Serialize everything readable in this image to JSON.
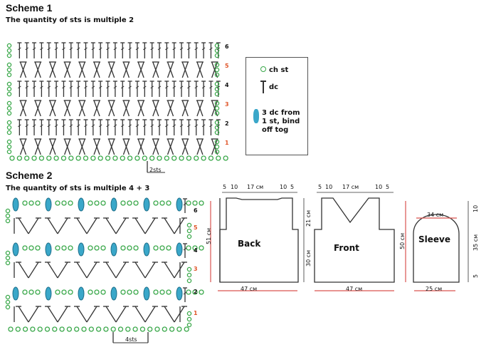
{
  "scheme1": {
    "title": "Scheme 1",
    "subtitle": "The quantity of sts is multiple 2",
    "rows": [
      "1",
      "2",
      "3",
      "4",
      "5",
      "6"
    ],
    "repeat_label": "2sts"
  },
  "scheme2": {
    "title": "Scheme 2",
    "subtitle": "The quantity of sts is multiple 4 + 3",
    "rows": [
      "1",
      "2",
      "3",
      "4",
      "5",
      "6"
    ],
    "repeat_label": "4sts"
  },
  "legend": {
    "ch": "ch st",
    "dc": "dc",
    "cluster": [
      "3 dc from",
      "1 st, bind",
      "off tog"
    ]
  },
  "back": {
    "label": "Back",
    "top_dims": [
      "5",
      "10",
      "17 см",
      "10",
      "5"
    ],
    "height_total": "51 см",
    "height_upper": "21 см",
    "height_lower": "30 см",
    "bottom_width": "47 см"
  },
  "front": {
    "label": "Front",
    "top_dims": [
      "5",
      "10",
      "17 см",
      "10",
      "5"
    ],
    "height_total": "50 см",
    "bottom_width": "47 см"
  },
  "sleeve": {
    "label": "Sleeve",
    "inner_width": "34 см",
    "cap_height": "10",
    "height": "35 см",
    "lower": "5",
    "bottom_width": "25 см"
  },
  "colors": {
    "green": "#3aa84a",
    "teal": "#3aa7c9",
    "red": "#e0562a",
    "dim": "#d9534f",
    "line": "#333333"
  }
}
